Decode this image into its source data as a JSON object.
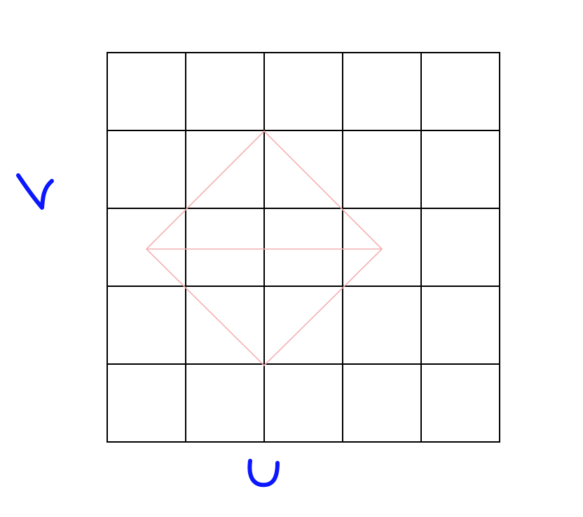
{
  "grid": {
    "rows": 5,
    "cols": 5
  },
  "overlay": {
    "shape": "diamond-with-horizontal-diagonal",
    "color": "#f4b0b2"
  },
  "axis_labels": {
    "horizontal": "u",
    "vertical": "v",
    "color": "#0a17ff"
  },
  "background": "#ffffff",
  "line_color": "#000000"
}
